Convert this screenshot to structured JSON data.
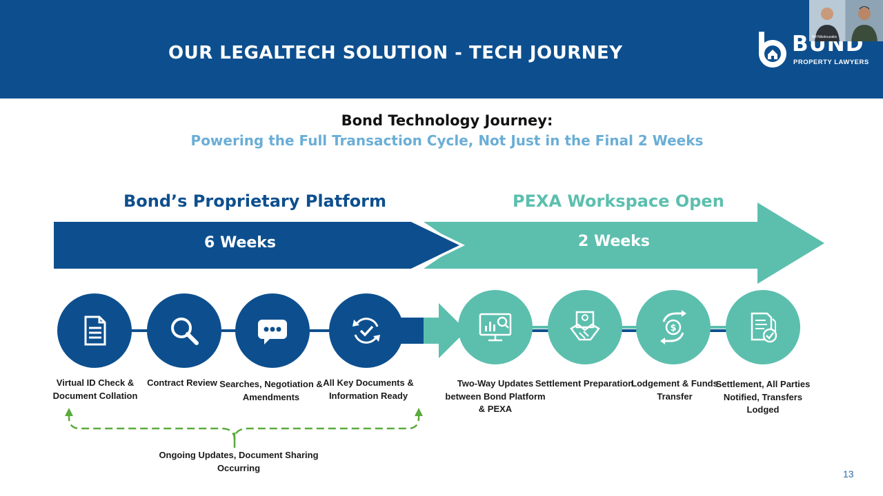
{
  "slide": {
    "title": "OUR LEGALTECH SOLUTION - TECH JOURNEY",
    "page_number": "13"
  },
  "logo": {
    "word": "BUND",
    "subtitle": "PROPERTY LAWYERS"
  },
  "video": {
    "participant_name": "Bill Nikolouzakis"
  },
  "heading": {
    "line1": "Bond Technology Journey:",
    "line2": "Powering the Full Transaction Cycle, Not Just in the Final 2 Weeks"
  },
  "phases": {
    "left": {
      "label": "Bond’s Proprietary Platform",
      "duration": "6 Weeks"
    },
    "right": {
      "label": "PEXA Workspace Open",
      "duration": "2 Weeks"
    }
  },
  "steps": [
    {
      "label": "Virtual ID Check & Document Collation",
      "icon": "document-icon"
    },
    {
      "label": "Contract Review",
      "icon": "magnifier-icon"
    },
    {
      "label": "Searches, Negotiation & Amendments",
      "icon": "chat-icon"
    },
    {
      "label": "All Key Documents & Information Ready",
      "icon": "refresh-check-icon"
    },
    {
      "label": "Two-Way Updates between Bond Platform & PEXA",
      "icon": "monitor-chart-icon"
    },
    {
      "label": "Settlement Preparation",
      "icon": "handshake-icon"
    },
    {
      "label": "Lodgement & Funds Transfer",
      "icon": "dollar-exchange-icon"
    },
    {
      "label": "Settlement, All Parties Notified, Transfers Lodged",
      "icon": "documents-check-icon"
    }
  ],
  "ongoing_note": "Ongoing Updates, Document Sharing Occurring",
  "colors": {
    "brand_blue": "#0d4f8e",
    "brand_teal": "#5cbfae",
    "accent_light_blue": "#6aaed6",
    "bracket_green": "#5aaa3c"
  }
}
